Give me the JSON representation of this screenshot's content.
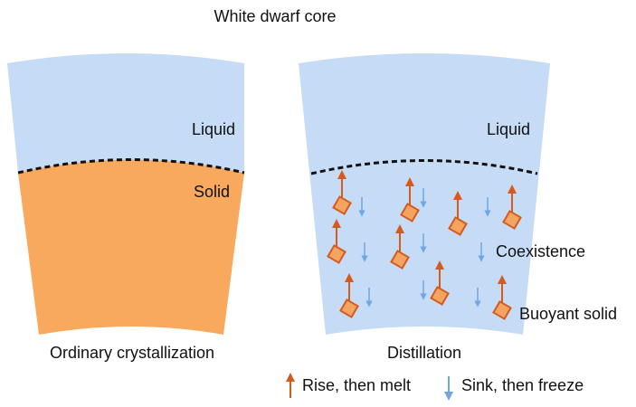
{
  "title": "White dwarf core",
  "left_panel": {
    "liquid_label": "Liquid",
    "solid_label": "Solid",
    "caption": "Ordinary crystallization"
  },
  "right_panel": {
    "liquid_label": "Liquid",
    "coexistence_label": "Coexistence",
    "buoyant_label": "Buoyant solid",
    "caption": "Distillation"
  },
  "legend": {
    "rise_label": "Rise, then melt",
    "sink_label": "Sink, then freeze"
  },
  "colors": {
    "liquid": "#c6dbf6",
    "solid": "#f8a95e",
    "crystal": "#f3a461",
    "crystal_edge": "#d55a1d",
    "rise_arrow": "#d55a1d",
    "sink_arrow": "#6fa6e6",
    "boundary": "#111111"
  }
}
